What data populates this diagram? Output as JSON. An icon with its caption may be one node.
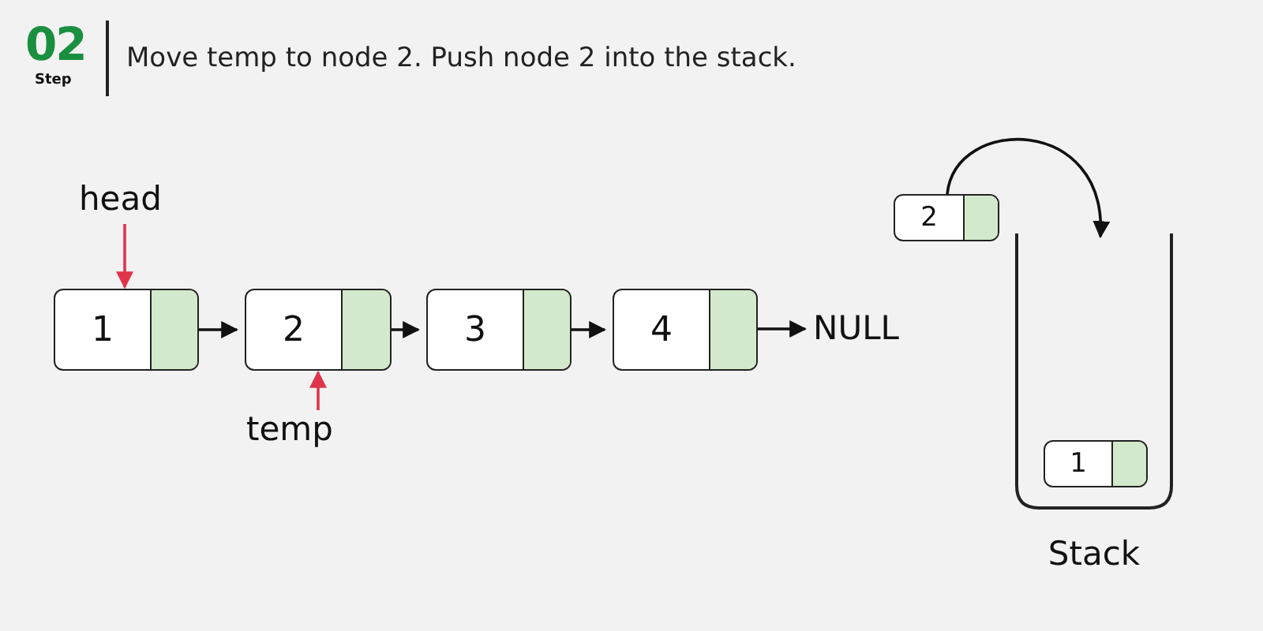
{
  "diagram": {
    "title": "Move temp to node 2. Push node 2 into the stack.",
    "nodes": [
      {
        "text": [
          "1"
        ]
      },
      {
        "text": [
          "2"
        ]
      },
      {
        "text": [
          "3"
        ]
      },
      {
        "text": [
          "4"
        ]
      },
      {
        "text": [
          "NULL"
        ]
      },
      {
        "text": [
          "head"
        ]
      },
      {
        "text": [
          "temp"
        ]
      },
      {
        "text": [
          "2"
        ]
      },
      {
        "text": [
          "Stack"
        ]
      },
      {
        "text": [
          "1"
        ],
        "in": 8
      }
    ],
    "edges": [
      {
        "from": 0,
        "to": 1,
        "arrow": "to"
      },
      {
        "from": 1,
        "to": 2,
        "arrow": "to"
      },
      {
        "from": 2,
        "to": 3,
        "arrow": "to"
      },
      {
        "from": 3,
        "to": 4,
        "arrow": "to"
      },
      {
        "from": 5,
        "to": 0,
        "arrow": "to",
        "color": "#e0344b"
      },
      {
        "from": 6,
        "to": 1,
        "arrow": "to",
        "color": "#e0344b"
      },
      {
        "from": 7,
        "to": 8,
        "arrow": "to"
      }
    ],
    "labels": [
      "02",
      "Step"
    ]
  }
}
